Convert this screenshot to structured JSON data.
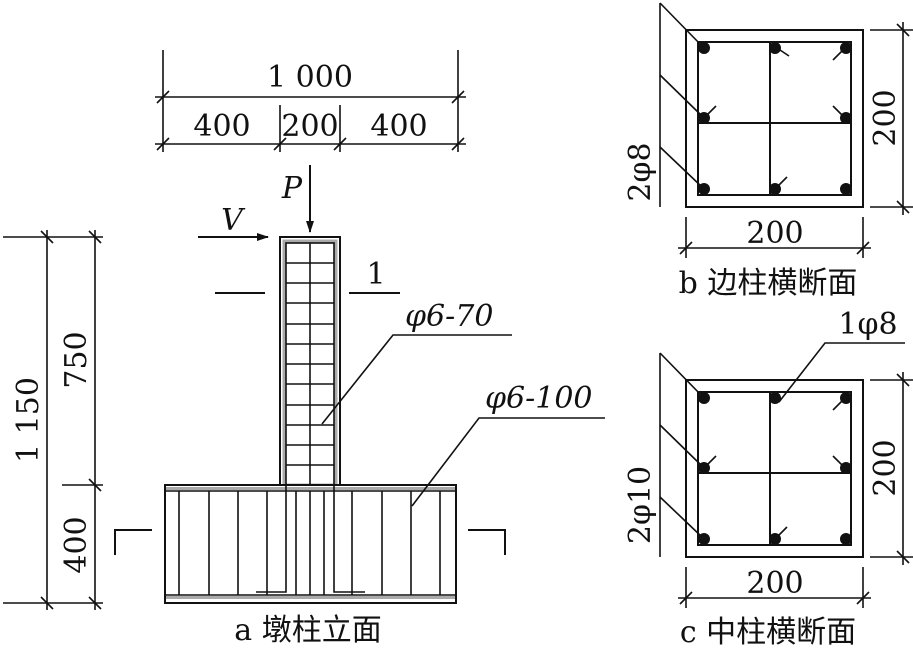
{
  "elevation": {
    "caption": "a 墩柱立面",
    "top_total_dim": "1 000",
    "top_dims": [
      "400",
      "200",
      "400"
    ],
    "left_total_dim": "1 150",
    "left_dims": [
      "750",
      "400"
    ],
    "load_P": "P",
    "load_V": "V",
    "section_mark": "1",
    "column_stirrup": "φ6-70",
    "base_stirrup": "φ6-100"
  },
  "edge_section": {
    "caption": "b 边柱横断面",
    "rebar_label": "2φ8",
    "width_dim": "200",
    "height_dim": "200"
  },
  "middle_section": {
    "caption": "c 中柱横断面",
    "rebar_label": "2φ10",
    "center_rebar_label": "1φ8",
    "width_dim": "200",
    "height_dim": "200"
  }
}
